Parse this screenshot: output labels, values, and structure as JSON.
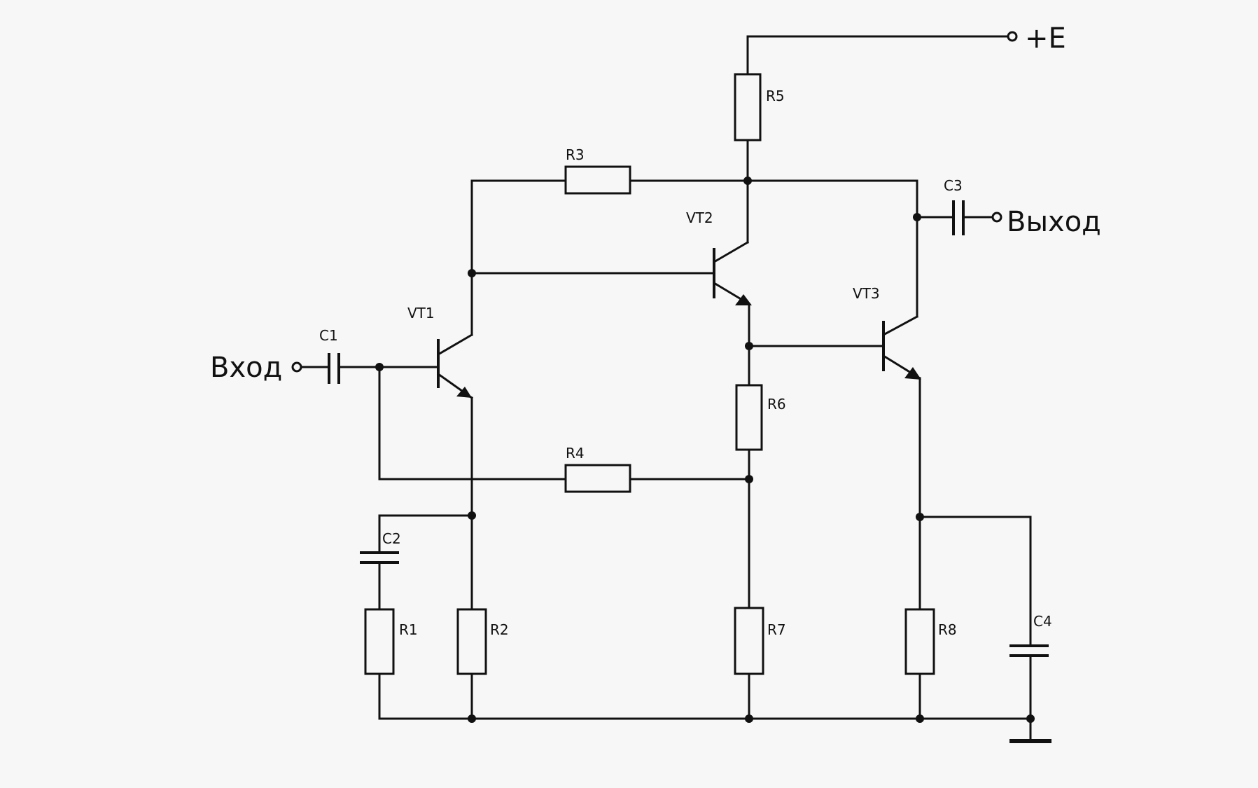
{
  "terminals": {
    "input": "Вход",
    "output": "Выход",
    "supply": "+E"
  },
  "resistors": [
    "R1",
    "R2",
    "R3",
    "R4",
    "R5",
    "R6",
    "R7",
    "R8"
  ],
  "capacitors": [
    "C1",
    "C2",
    "C3",
    "C4"
  ],
  "transistors": [
    "VT1",
    "VT2",
    "VT3"
  ],
  "colors": {
    "ink": "#111111",
    "background": "#f7f7f7"
  }
}
